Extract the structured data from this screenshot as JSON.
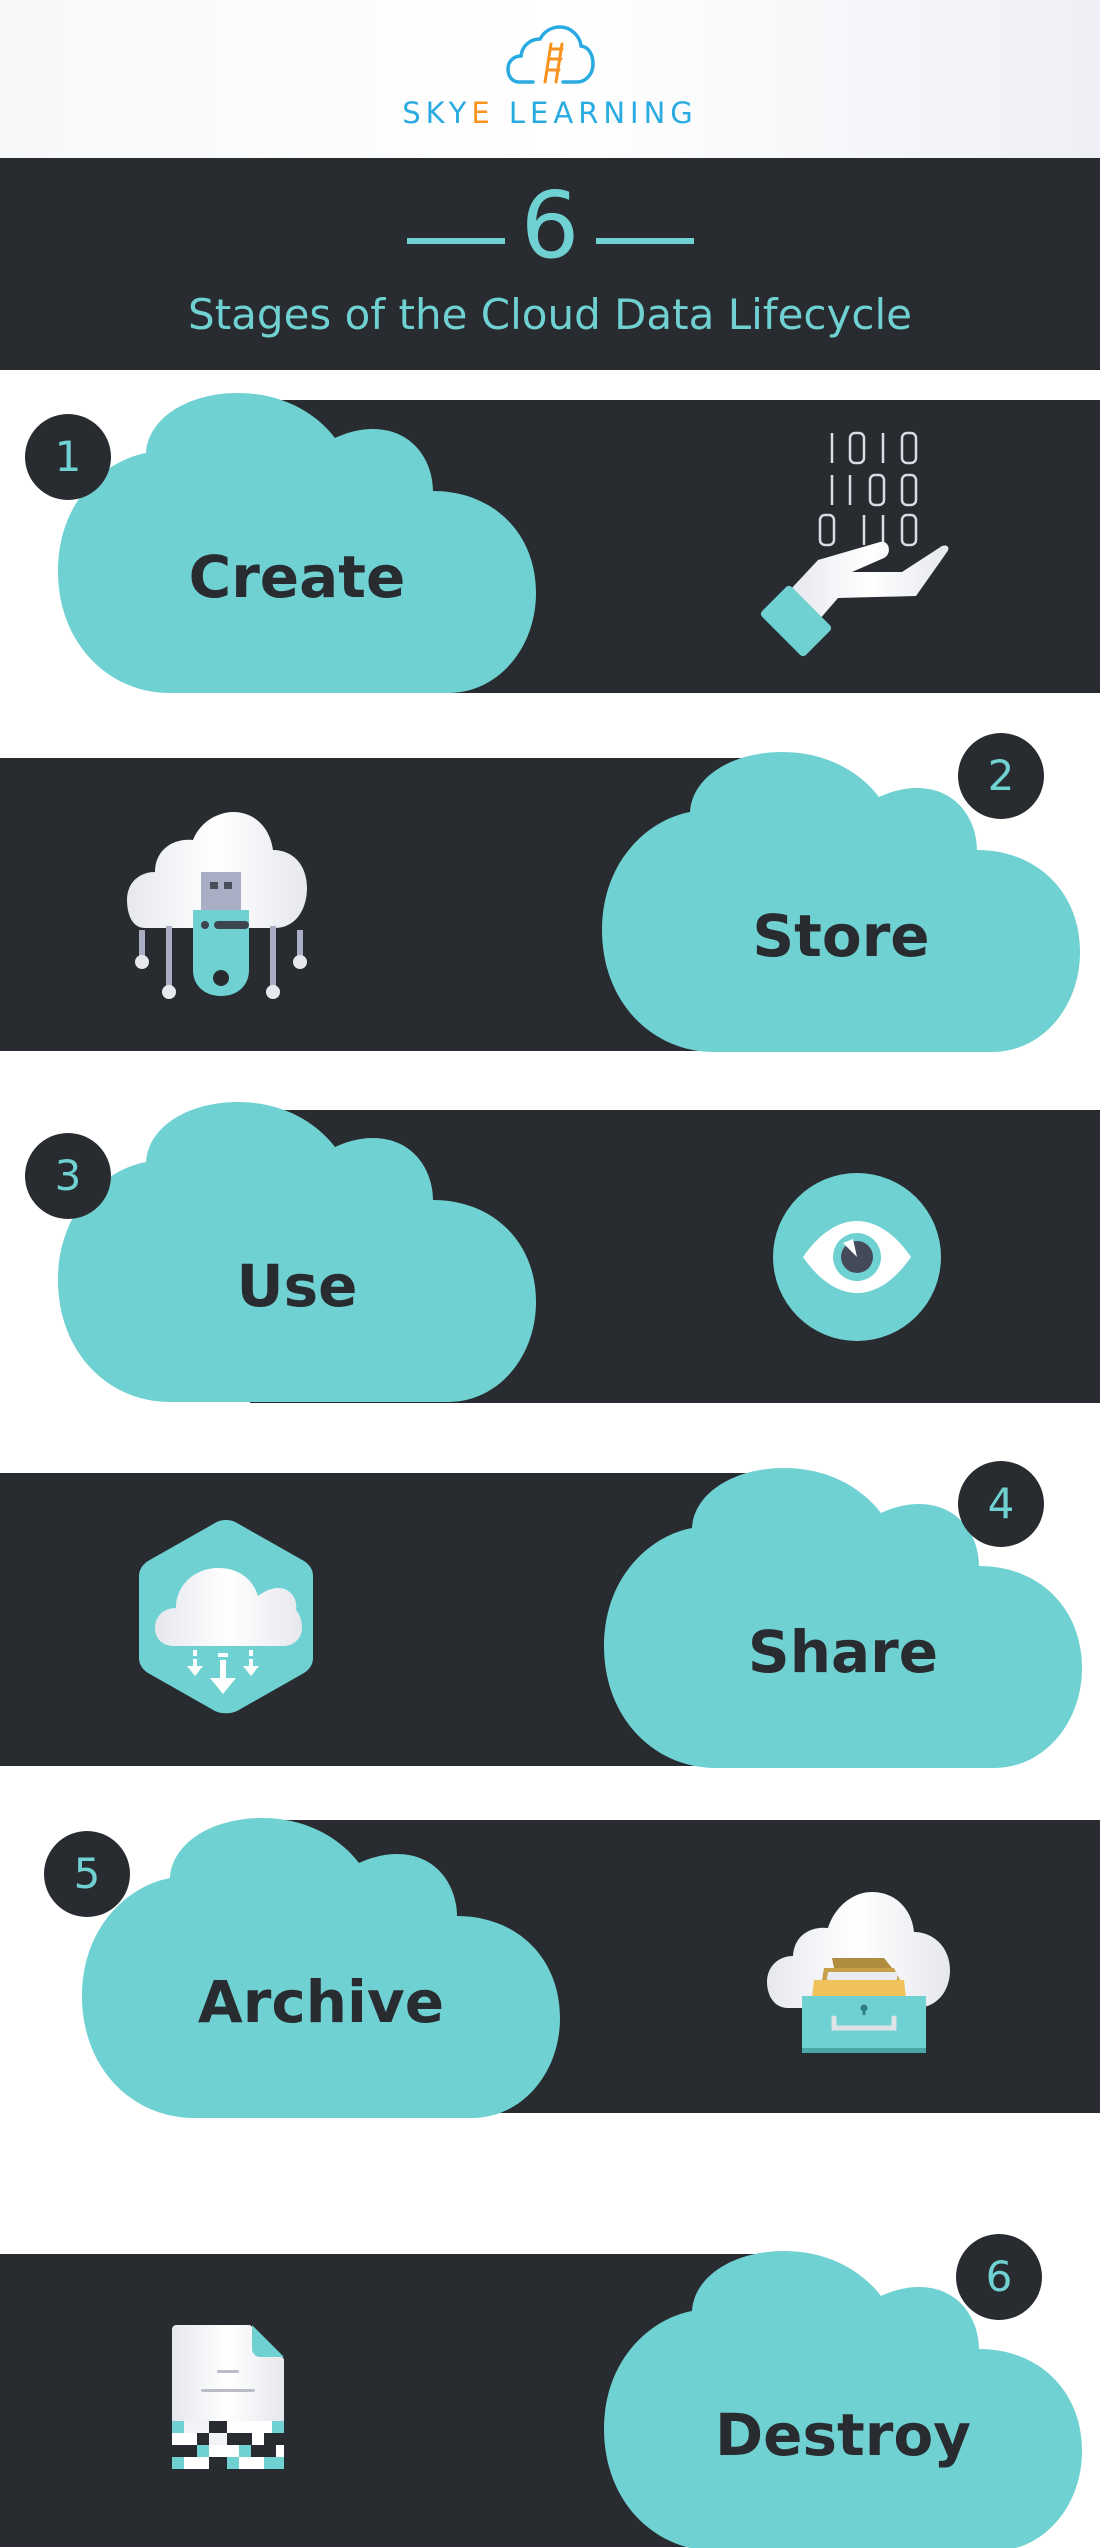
{
  "header": {
    "brand_prefix": "SKY",
    "brand_accent": "E",
    "brand_suffix": " LEARNING",
    "logo_icon": "cloud-ladder-icon"
  },
  "title": {
    "number": "6",
    "subtitle": "Stages of the Cloud Data Lifecycle"
  },
  "colors": {
    "teal": "#70d1d2",
    "dark": "#282b2f",
    "brand_blue": "#29abe2",
    "brand_orange": "#f7931e"
  },
  "stages": [
    {
      "number": "1",
      "label": "Create",
      "icon": "hand-binary-data-icon",
      "binary": [
        "1010",
        "1100",
        "0110"
      ]
    },
    {
      "number": "2",
      "label": "Store",
      "icon": "cloud-usb-drive-icon"
    },
    {
      "number": "3",
      "label": "Use",
      "icon": "eye-icon"
    },
    {
      "number": "4",
      "label": "Share",
      "icon": "cloud-download-hexagon-icon"
    },
    {
      "number": "5",
      "label": "Archive",
      "icon": "cloud-file-drawer-icon"
    },
    {
      "number": "6",
      "label": "Destroy",
      "icon": "shredded-document-icon"
    }
  ]
}
